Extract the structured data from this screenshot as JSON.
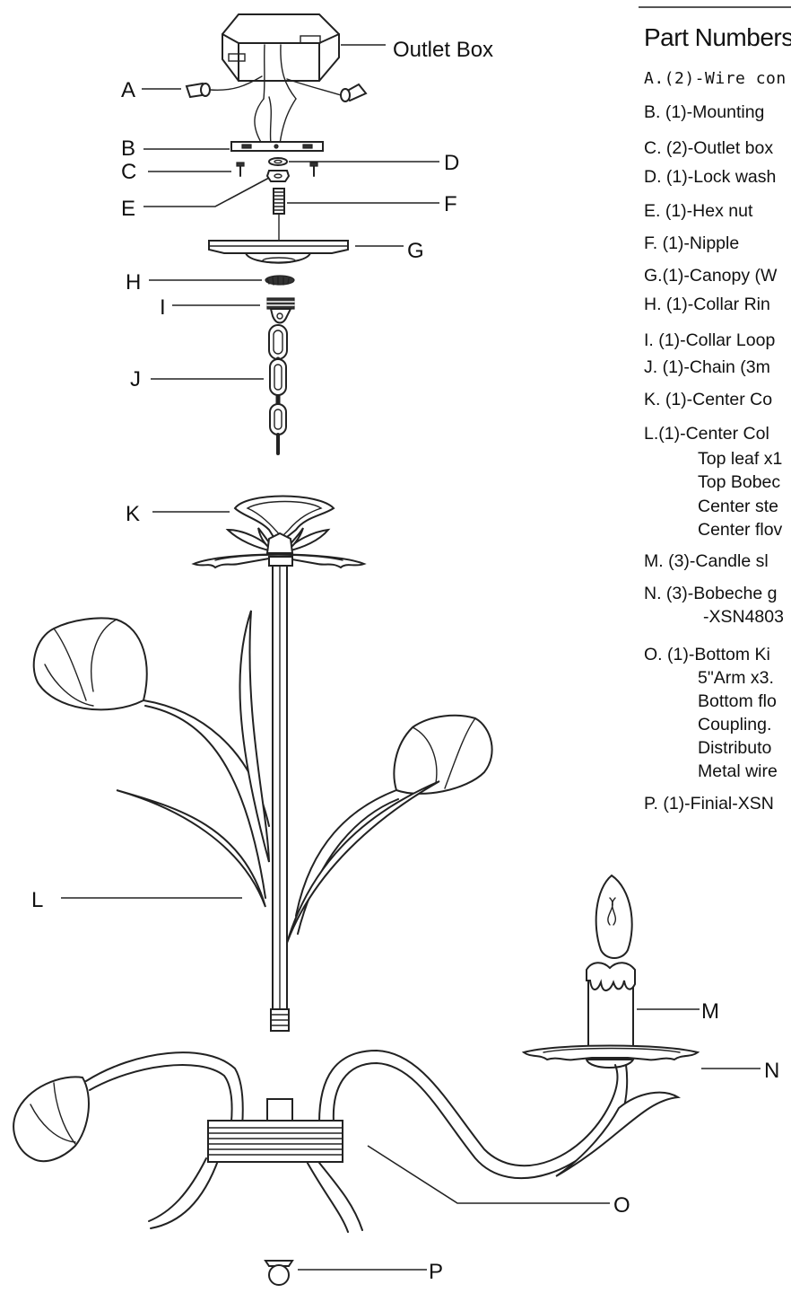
{
  "diagram": {
    "outlet_box_label": "Outlet  Box",
    "callouts": [
      "A",
      "B",
      "C",
      "D",
      "E",
      "F",
      "G",
      "H",
      "I",
      "J",
      "K",
      "L",
      "M",
      "N",
      "O",
      "P"
    ]
  },
  "parts_list": {
    "heading": "Part Numbers",
    "items": [
      "A.(2)-Wire con",
      "B. (1)-Mounting",
      "C. (2)-Outlet box",
      "D. (1)-Lock wash",
      "E. (1)-Hex nut",
      "F. (1)-Nipple",
      "G.(1)-Canopy (W",
      "H. (1)-Collar Rin",
      "I. (1)-Collar Loop",
      "J. (1)-Chain (3m",
      "K. (1)-Center Co",
      "L.(1)-Center Col",
      "M. (3)-Candle sl",
      "N. (3)-Bobeche g",
      "O. (1)-Bottom Ki",
      "P. (1)-Finial-XSN"
    ],
    "l_sub": [
      "Top leaf x1",
      "Top Bobec",
      "Center ste",
      "Center flov"
    ],
    "n_sub": [
      "-XSN4803"
    ],
    "o_sub": [
      "5\"Arm x3.",
      "Bottom flo",
      "Coupling.",
      "Distributo",
      "Metal wire"
    ]
  }
}
